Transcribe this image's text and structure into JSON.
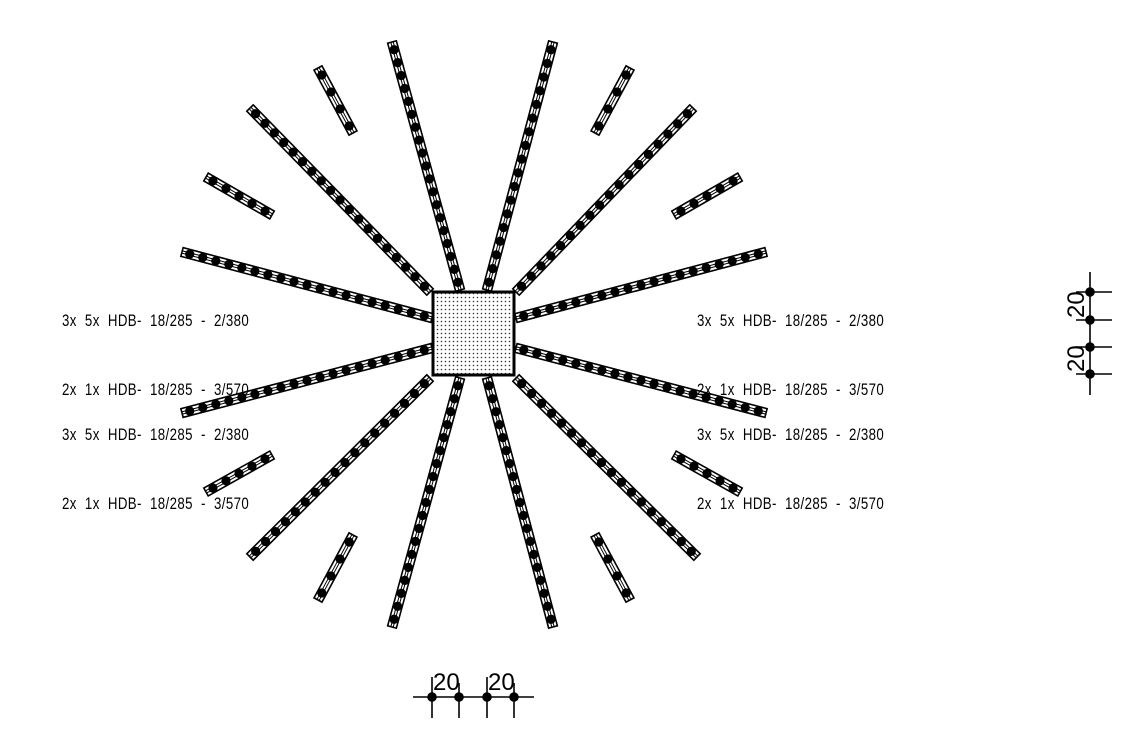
{
  "drawing": {
    "labels": [
      {
        "line1": "3x  5x  HDB-  18/285  -  2/380",
        "line2": "2x  1x  HDB-  18/285  -  3/570"
      },
      {
        "line1": "3x  5x  HDB-  18/285  -  2/380",
        "line2": "2x  1x  HDB-  18/285  -  3/570"
      },
      {
        "line1": "3x  5x  HDB-  18/285  -  2/380",
        "line2": "2x  1x  HDB-  18/285  -  3/570"
      },
      {
        "line1": "3x  5x  HDB-  18/285  -  2/380",
        "line2": "2x  1x  HDB-  18/285  -  3/570"
      }
    ],
    "dimensions": {
      "vertical": [
        "20",
        "20"
      ],
      "horizontal": [
        "20",
        "20"
      ]
    }
  }
}
